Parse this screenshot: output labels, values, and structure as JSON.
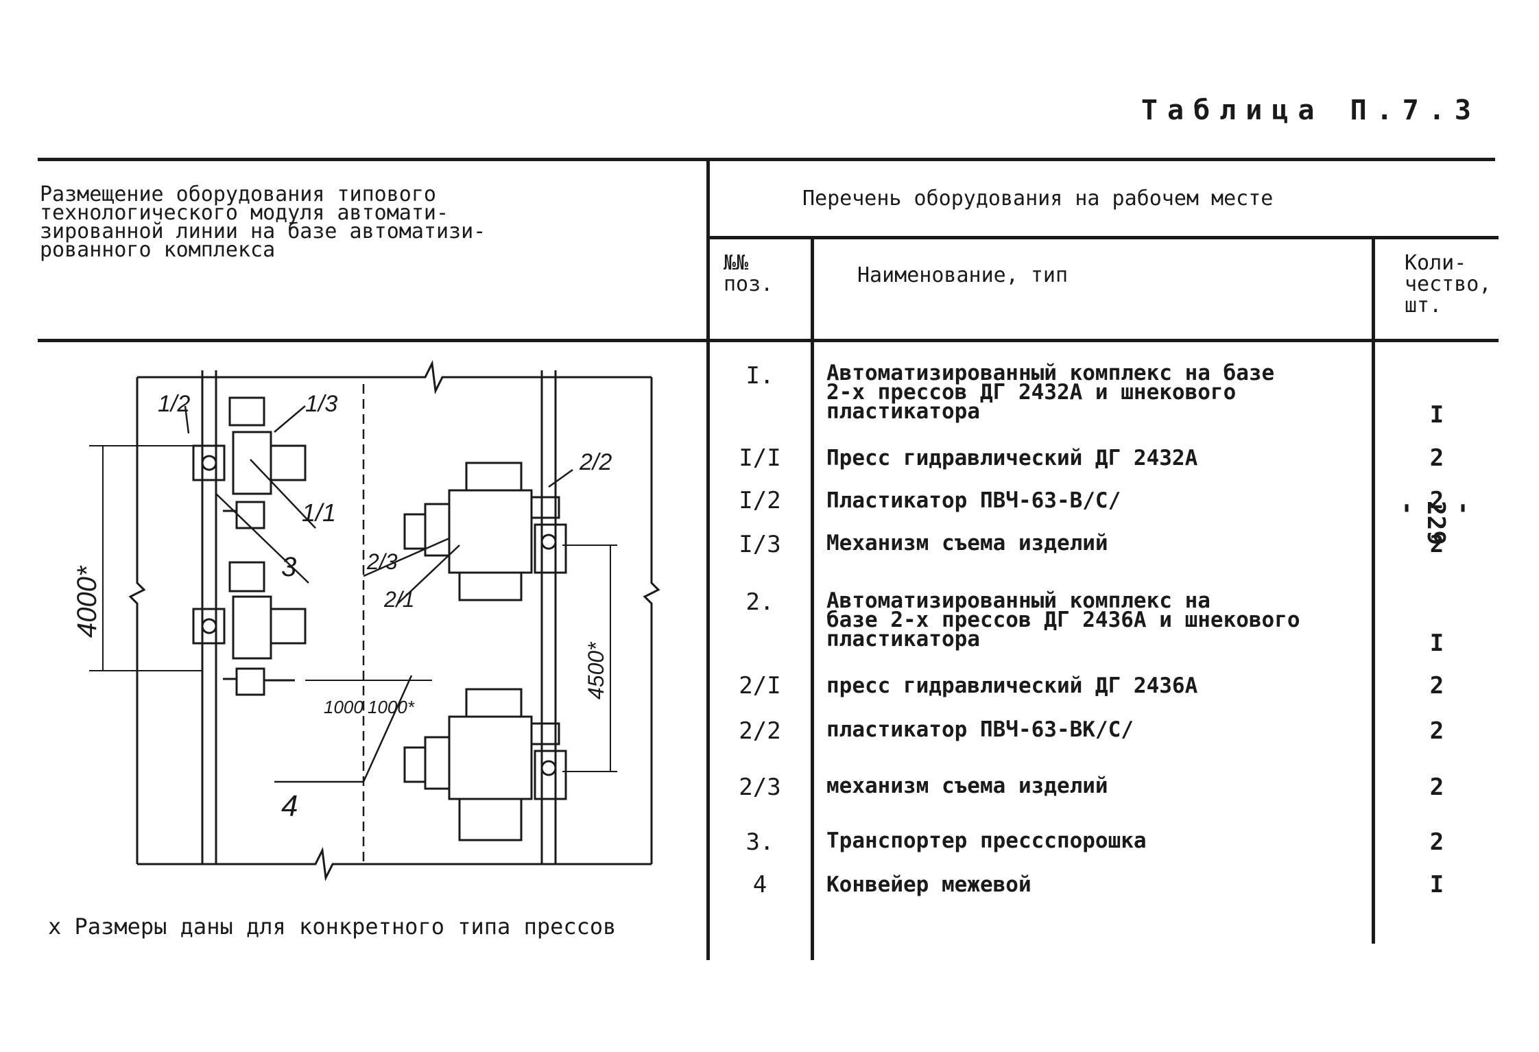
{
  "table_title": "Таблица П.7.3",
  "left_header": "Размещение оборудования типового\nтехнологического модуля автомати-\nзированной линии на базе автоматизи-\nрованного комплекса",
  "right_header": "Перечень оборудования на рабочем месте",
  "columns": {
    "pos": "№№\nпоз.",
    "name": "Наименование, тип",
    "qty": "Коли-\nчество,\nшт."
  },
  "rows": [
    {
      "pos": "I.",
      "name": "Автоматизированный комплекс на базе\n2-х прессов ДГ 2432А и шнекового\nпластикатора",
      "qty": "I"
    },
    {
      "pos": "I/I",
      "name": "Пресс гидравлический ДГ 2432А",
      "qty": "2"
    },
    {
      "pos": "I/2",
      "name": "Пластикатор ПВЧ-63-В/С/",
      "qty": "2"
    },
    {
      "pos": "I/3",
      "name": "Механизм съема изделий",
      "qty": "2"
    },
    {
      "pos": "2.",
      "name": "Автоматизированный комплекс на\nбазе 2-х прессов ДГ 2436А и шнекового\nпластикатора",
      "qty": "I"
    },
    {
      "pos": "2/I",
      "name": "пресс гидравлический ДГ 2436А",
      "qty": "2"
    },
    {
      "pos": "2/2",
      "name": "пластикатор ПВЧ-63-ВК/С/",
      "qty": "2"
    },
    {
      "pos": "2/3",
      "name": "механизм съема изделий",
      "qty": "2"
    },
    {
      "pos": "3.",
      "name": "Транспортер прессспорошка",
      "qty": "2"
    },
    {
      "pos": "4",
      "name": "Конвейер межевой",
      "qty": "I"
    }
  ],
  "drawing_labels": {
    "l12": "1/2",
    "l13": "1/3",
    "l11": "1/1",
    "l3": "3",
    "l4": "4",
    "l22": "2/2",
    "l23": "2/3",
    "l21": "2/1",
    "dim4000": "4000*",
    "dim4500": "4500*",
    "dim1000a": "1000",
    "dim1000b": "1000*"
  },
  "footnote": "х  Размеры даны для конкретного типа прессов",
  "page_number": "- 229 -"
}
